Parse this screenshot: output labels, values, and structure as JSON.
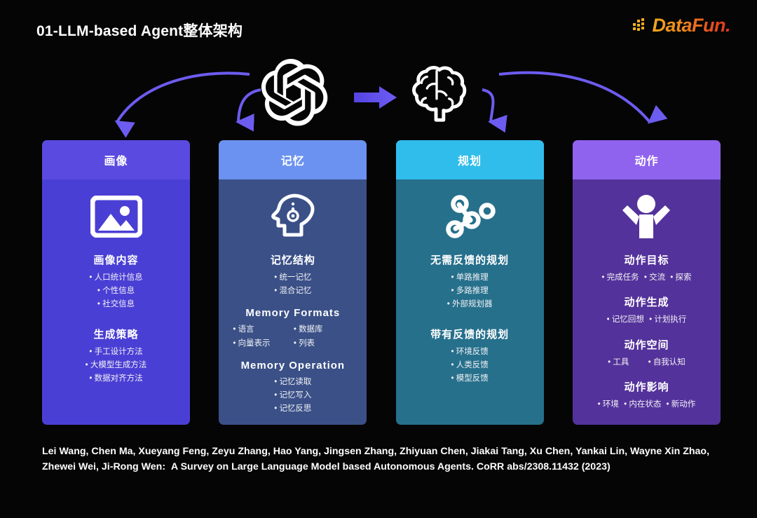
{
  "header": {
    "title": "01-LLM-based Agent整体架构",
    "logo_text": "DataFun.",
    "logo_colors": {
      "start": "#f0a81e",
      "end": "#e03420"
    }
  },
  "flow": {
    "source_icon": "openai-logo-icon",
    "target_icon": "brain-icon",
    "arrow_icon": "right-arrow-icon",
    "arrow_color": "#5b4ae8",
    "curve_color": "#6d5cf0"
  },
  "columns": [
    {
      "id": "profile",
      "title": "画像",
      "icon": "image-icon",
      "head_color": "#5b4ae0",
      "body_color": "#4a3fd4",
      "sections": [
        {
          "title": "画像内容",
          "layout": "list",
          "items": [
            "人口统计信息",
            "个性信息",
            "社交信息"
          ]
        },
        {
          "title": "生成策略",
          "layout": "list",
          "items": [
            "手工设计方法",
            "大模型生成方法",
            "数据对齐方法"
          ]
        }
      ]
    },
    {
      "id": "memory",
      "title": "记忆",
      "icon": "head-memory-icon",
      "head_color": "#6b92f0",
      "body_color": "#3a5087",
      "sections": [
        {
          "title": "记忆结构",
          "layout": "list",
          "items": [
            "统一记忆",
            "混合记忆"
          ]
        },
        {
          "title": "Memory Formats",
          "layout": "grid2",
          "items": [
            "语言",
            "数据库",
            "向量表示",
            "列表"
          ]
        },
        {
          "title": "Memory Operation",
          "layout": "list",
          "items": [
            "记忆读取",
            "记忆写入",
            "记忆反思"
          ]
        }
      ]
    },
    {
      "id": "planning",
      "title": "规划",
      "icon": "node-graph-icon",
      "head_color": "#30bdec",
      "body_color": "#26708c",
      "sections": [
        {
          "title": "无需反馈的规划",
          "layout": "list",
          "items": [
            "单路推理",
            "多路推理",
            "外部规划器"
          ]
        },
        {
          "title": "带有反馈的规划",
          "layout": "list",
          "items": [
            "环境反馈",
            "人类反馈",
            "模型反馈"
          ]
        }
      ]
    },
    {
      "id": "action",
      "title": "动作",
      "icon": "person-raised-arms-icon",
      "head_color": "#9063ef",
      "body_color": "#54329b",
      "sections": [
        {
          "title": "动作目标",
          "layout": "inline",
          "items": [
            "完成任务",
            "交流",
            "探索"
          ]
        },
        {
          "title": "动作生成",
          "layout": "inline",
          "items": [
            "记忆回想",
            "计划执行"
          ]
        },
        {
          "title": "动作空间",
          "layout": "inline",
          "items": [
            "工具",
            "自我认知"
          ]
        },
        {
          "title": "动作影响",
          "layout": "inline",
          "items": [
            "环境",
            "内在状态",
            "新动作"
          ]
        }
      ]
    }
  ],
  "citation": "Lei Wang, Chen Ma, Xueyang Feng, Zeyu Zhang, Hao Yang, Jingsen Zhang, Zhiyuan Chen, Jiakai Tang, Xu Chen, Yankai Lin, Wayne Xin Zhao, Zhewei Wei, Ji-Rong Wen: A Survey on Large Language Model based Autonomous Agents. CoRR abs/2308.11432 (2023)"
}
